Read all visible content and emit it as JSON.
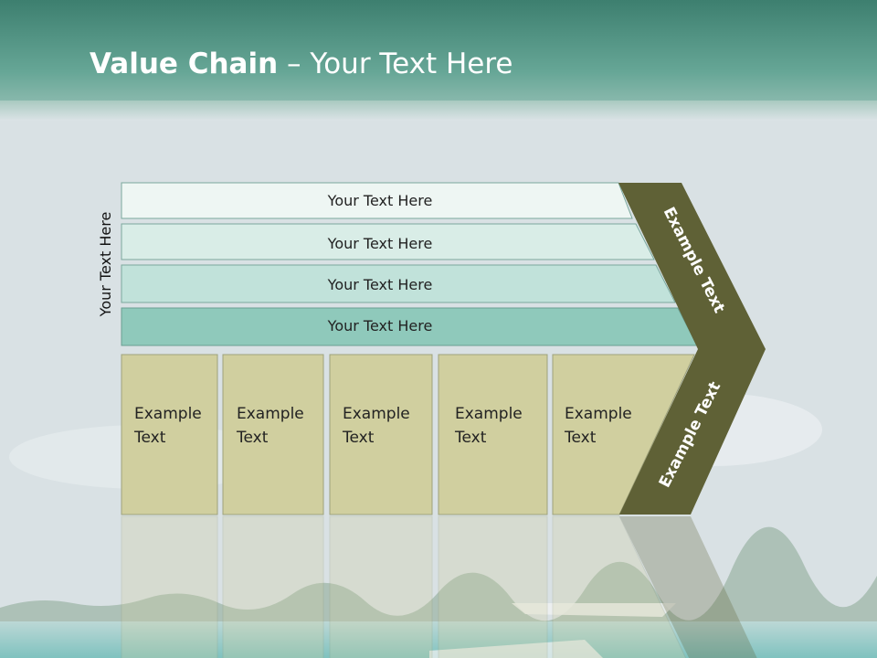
{
  "slide": {
    "title_bold": "Value Chain",
    "title_rest": " – Your Text Here",
    "side_label": "Your Text Here"
  },
  "support_rows": [
    {
      "label": "Your Text Here"
    },
    {
      "label": "Your Text Here"
    },
    {
      "label": "Your Text Here"
    },
    {
      "label": "Your Text Here"
    }
  ],
  "primary_boxes": [
    {
      "line1": "Example",
      "line2": "Text"
    },
    {
      "line1": "Example",
      "line2": "Text"
    },
    {
      "line1": "Example",
      "line2": "Text"
    },
    {
      "line1": "Example",
      "line2": "Text"
    },
    {
      "line1": "Example",
      "line2": "Text"
    }
  ],
  "chevron": {
    "upper_label": "Example Text",
    "lower_label": "Example Text"
  },
  "colors": {
    "header": "#4e907f",
    "row1": "#eef6f3",
    "row2": "#d9ede7",
    "row3": "#c1e2da",
    "row4": "#8fc9bb",
    "box": "#d0cf9f",
    "chevron": "#5f6136"
  }
}
